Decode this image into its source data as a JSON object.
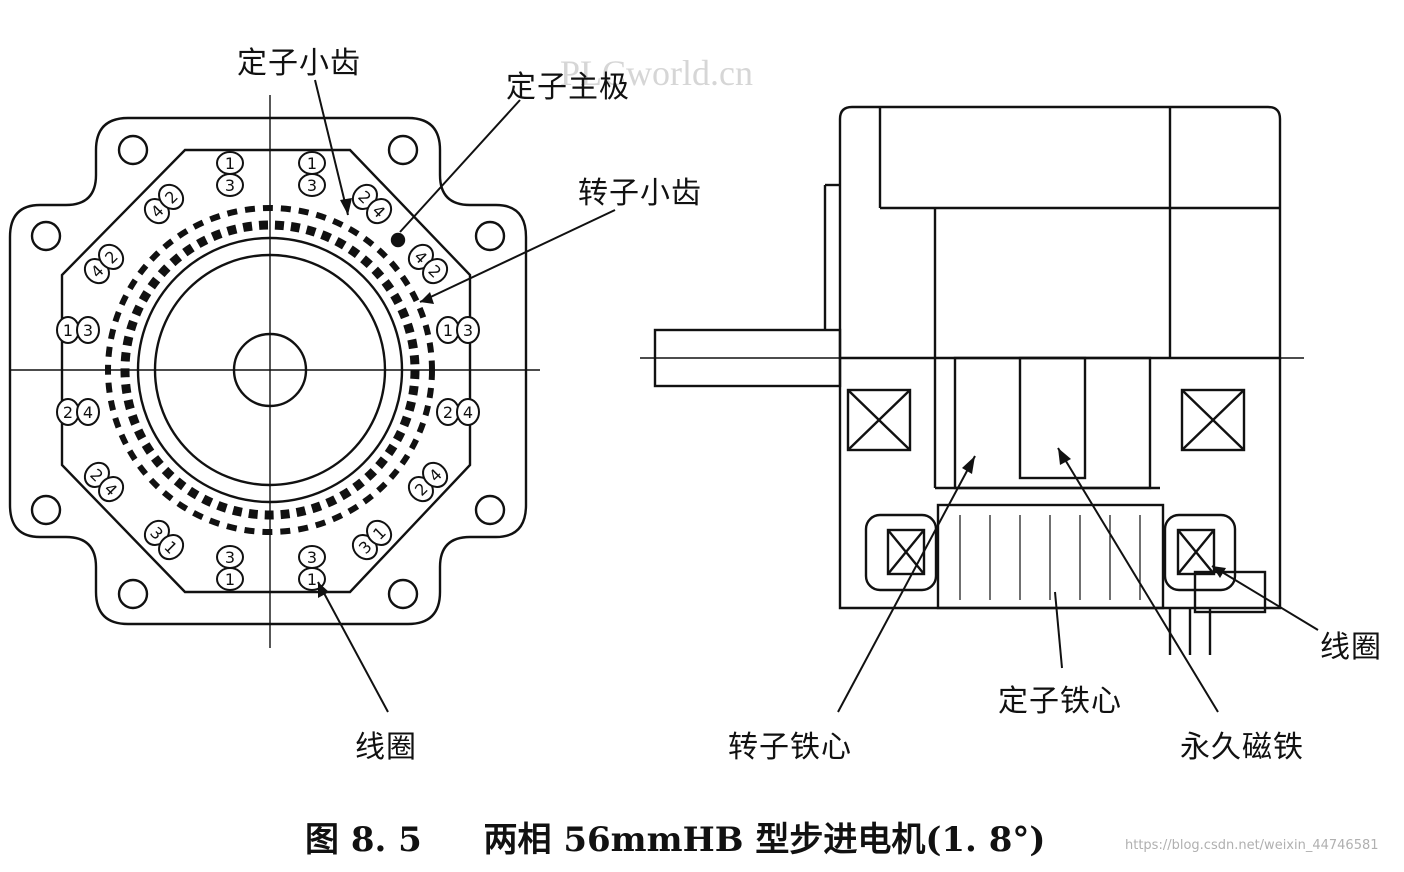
{
  "watermark": "PLCworld.cn",
  "left_view": {
    "labels": {
      "stator_small_teeth": "定子小齿",
      "stator_main_pole": "定子主极",
      "rotor_small_teeth": "转子小齿",
      "coil": "线圈"
    },
    "pole_coils": [
      [
        "1",
        "3"
      ],
      [
        "1",
        "3"
      ],
      [
        "4",
        "2"
      ],
      [
        "2",
        "4"
      ],
      [
        "4",
        "2"
      ],
      [
        "4",
        "2"
      ],
      [
        "1",
        "3"
      ],
      [
        "1",
        "3"
      ],
      [
        "2",
        "4"
      ],
      [
        "2",
        "4"
      ],
      [
        "2",
        "4"
      ],
      [
        "2",
        "4"
      ],
      [
        "3",
        "1"
      ],
      [
        "3",
        "1"
      ],
      [
        "3",
        "1"
      ],
      [
        "3",
        "1"
      ]
    ]
  },
  "right_view": {
    "labels": {
      "coil": "线圈",
      "stator_core": "定子铁心",
      "rotor_core": "转子铁心",
      "permanent_magnet": "永久磁铁"
    }
  },
  "caption": {
    "figure_number": "图 8. 5",
    "title": "两相 56mmHB 型步进电机(1. 8°)"
  },
  "credit": "https://blog.csdn.net/weixin_44746581"
}
